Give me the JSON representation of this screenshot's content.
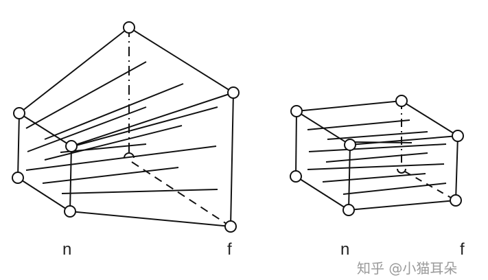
{
  "labels": {
    "left_near": "n",
    "left_far": "f",
    "right_near": "n",
    "right_far": "f"
  },
  "watermark": "知乎 @小猫耳朵",
  "colors": {
    "stroke": "#111111",
    "watermark": "#9a9a9a"
  }
}
